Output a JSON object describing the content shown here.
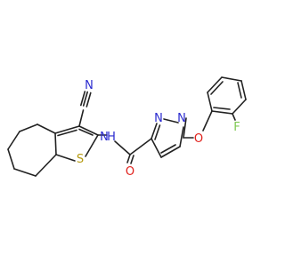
{
  "atom_labels": {
    "n_nitrile": "N",
    "n_amide": "N",
    "h_amide": "H",
    "s_thiophene": "S",
    "o_carbonyl": "O",
    "n_pyrazole_2": "N",
    "n_pyrazole_1": "N",
    "o_ether": "O",
    "f_aryl": "F"
  },
  "colors": {
    "bond": "#222222",
    "nitrogen": "#2a2acf",
    "oxygen": "#e0201b",
    "sulfur": "#b59a10",
    "fluorine": "#7ec850"
  }
}
